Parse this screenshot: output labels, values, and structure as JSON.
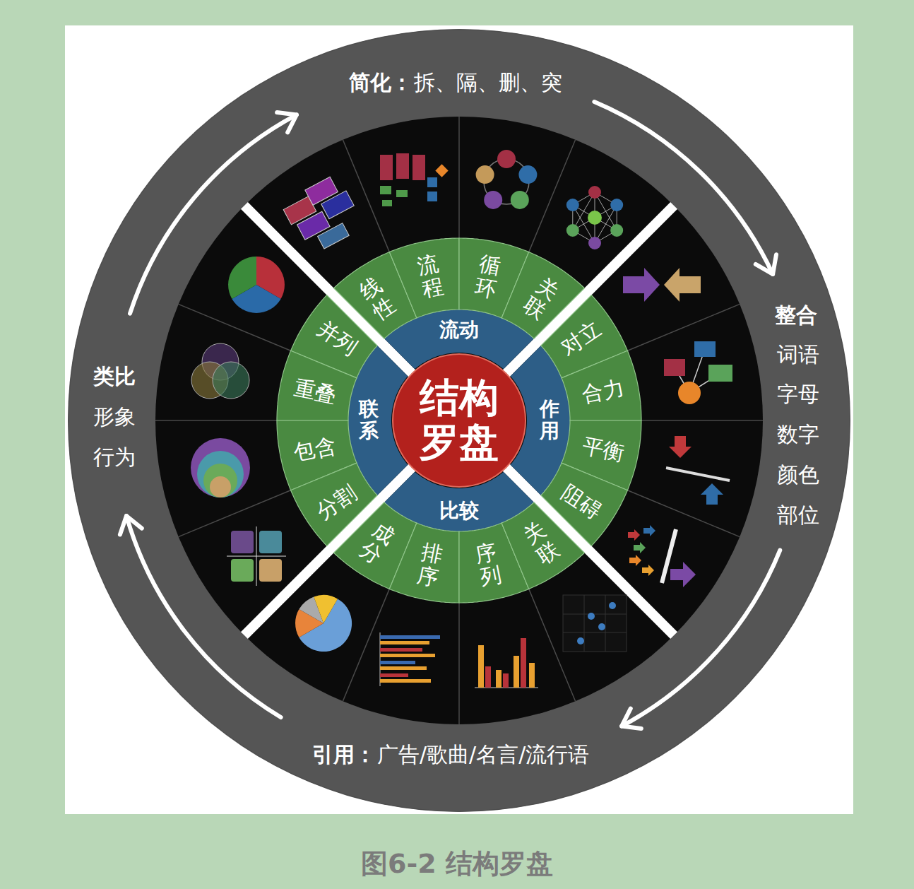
{
  "diagram": {
    "caption": "图6-2 结构罗盘",
    "nodes": [
      {
        "text": [
          "简化：",
          "拆、隔、删、突",
          "整合",
          "词语",
          "字母",
          "数字",
          "颜色",
          "部位",
          "引用：",
          "广告/歌曲/名言/流行语",
          "类比",
          "形象",
          "行为"
        ]
      },
      {
        "text": [
          "结构 罗盘"
        ]
      },
      {
        "text": [
          "流动"
        ]
      },
      {
        "text": [
          "作用"
        ]
      },
      {
        "text": [
          "比较"
        ]
      },
      {
        "text": [
          "联系"
        ]
      },
      {
        "text": [
          "线性"
        ]
      },
      {
        "text": [
          "流程"
        ]
      },
      {
        "text": [
          "循环"
        ]
      },
      {
        "text": [
          "关联"
        ]
      },
      {
        "text": [
          "对立"
        ]
      },
      {
        "text": [
          "合力"
        ]
      },
      {
        "text": [
          "平衡"
        ]
      },
      {
        "text": [
          "阻碍"
        ]
      },
      {
        "text": [
          "成分"
        ]
      },
      {
        "text": [
          "排序"
        ]
      },
      {
        "text": [
          "序列"
        ]
      },
      {
        "text": [
          "关联"
        ]
      },
      {
        "text": [
          "并列"
        ]
      },
      {
        "text": [
          "重叠"
        ]
      },
      {
        "text": [
          "包含"
        ]
      },
      {
        "text": [
          "分割"
        ]
      }
    ]
  }
}
